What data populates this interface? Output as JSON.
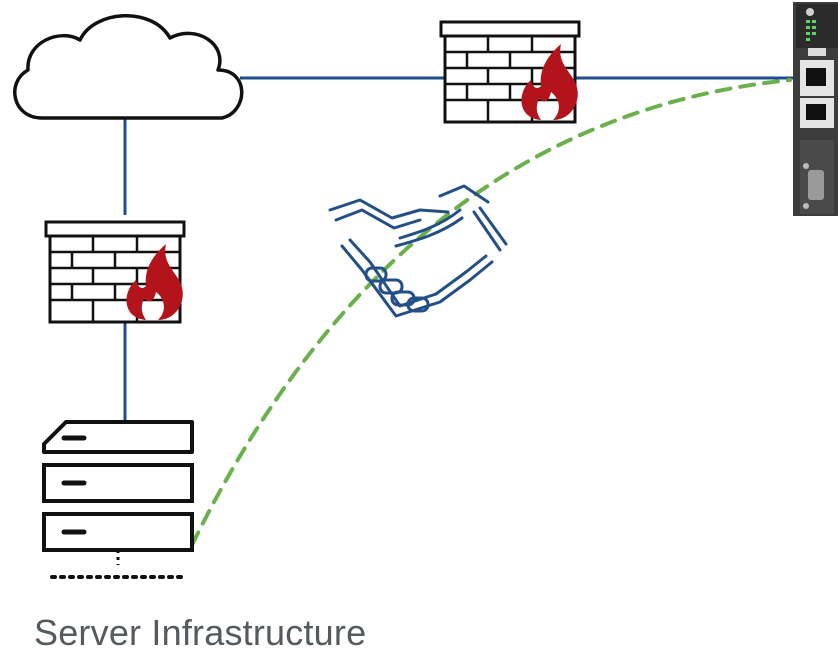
{
  "diagram": {
    "caption": "Server Infrastructure",
    "colors": {
      "network_line": "#1f4e8c",
      "secure_link": "#6ab04c",
      "outline": "#111111",
      "flame": "#b3141b",
      "handshake": "#244f86",
      "device_body": "#3c3c3c"
    },
    "nodes": [
      {
        "id": "internet",
        "icon": "cloud-icon"
      },
      {
        "id": "firewall-top",
        "icon": "firewall-icon"
      },
      {
        "id": "firewall-left",
        "icon": "firewall-icon"
      },
      {
        "id": "server",
        "icon": "server-rack-icon"
      },
      {
        "id": "gateway",
        "icon": "hardware-gateway-device"
      },
      {
        "id": "trust",
        "icon": "handshake-icon"
      }
    ],
    "links": [
      {
        "from": "internet",
        "to": "firewall-top",
        "style": "solid"
      },
      {
        "from": "firewall-top",
        "to": "gateway",
        "style": "solid"
      },
      {
        "from": "internet",
        "to": "firewall-left",
        "style": "solid"
      },
      {
        "from": "firewall-left",
        "to": "server",
        "style": "solid"
      },
      {
        "from": "server",
        "to": "gateway",
        "style": "dashed"
      }
    ]
  }
}
